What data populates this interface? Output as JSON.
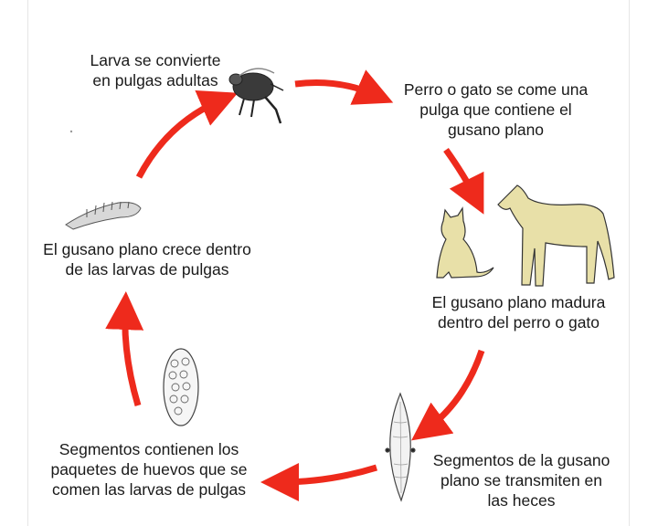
{
  "colors": {
    "arrow": "#ee2a1c",
    "animal_fill": "#e8e0a8",
    "outline": "#333333"
  },
  "steps": {
    "larva_to_adult": {
      "lines": [
        "Larva se convierte",
        "en pulgas adultas"
      ],
      "icon": "adult-flea-icon"
    },
    "animal_eats_flea": {
      "lines": [
        "Perro o gato se come una",
        "pulga que contiene el",
        "gusano plano"
      ],
      "icon": "cat-and-dog-icon"
    },
    "worm_matures": {
      "lines": [
        "El gusano plano madura",
        "dentro del perro o gato"
      ]
    },
    "segments_in_feces": {
      "lines": [
        "Segmentos de la gusano",
        "plano se transmiten en",
        "las heces"
      ],
      "icon": "worm-segment-icon"
    },
    "egg_packets": {
      "lines": [
        "Segmentos contienen los",
        "paquetes de huevos que se",
        "comen las larvas de pulgas"
      ],
      "icon": "egg-packet-icon"
    },
    "worm_grows_in_larva": {
      "lines": [
        "El gusano plano crece dentro",
        "de las larvas de pulgas"
      ],
      "icon": "flea-larva-icon"
    }
  }
}
